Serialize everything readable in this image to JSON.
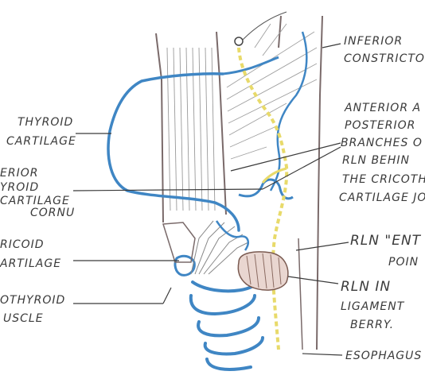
{
  "labels": {
    "inferior_constrictor": [
      "INFERIOR",
      "CONSTRICTOR"
    ],
    "thyroid_cartilage": [
      "THYROID",
      "CARTILAGE"
    ],
    "inferior_cornu": [
      "ERIOR",
      "YROID",
      "CARTILAGE",
      "CORNU"
    ],
    "cricoid_cartilage": [
      "RICOID",
      "ARTILAGE"
    ],
    "cricothyroid_muscle": [
      "OTHYROID",
      "USCLE"
    ],
    "rln_branches": [
      "ANTERIOR A",
      "POSTERIOR",
      "BRANCHES O",
      "RLN BEHIN",
      "THE CRICOTH",
      "CARTILAGE JO"
    ],
    "rln_entry": [
      "RLN \"ENT",
      "POIN"
    ],
    "rln_ligament": [
      "RLN IN",
      "LIGAMENT",
      "BERRY."
    ],
    "esophagus": [
      "ESOPHAGUS"
    ]
  },
  "colors": {
    "ink": "#3a3a3a",
    "cartilage_blue": "#3f86c4",
    "nerve_yellow": "#e8da6a",
    "ligament_pink": "#b98a7a"
  }
}
